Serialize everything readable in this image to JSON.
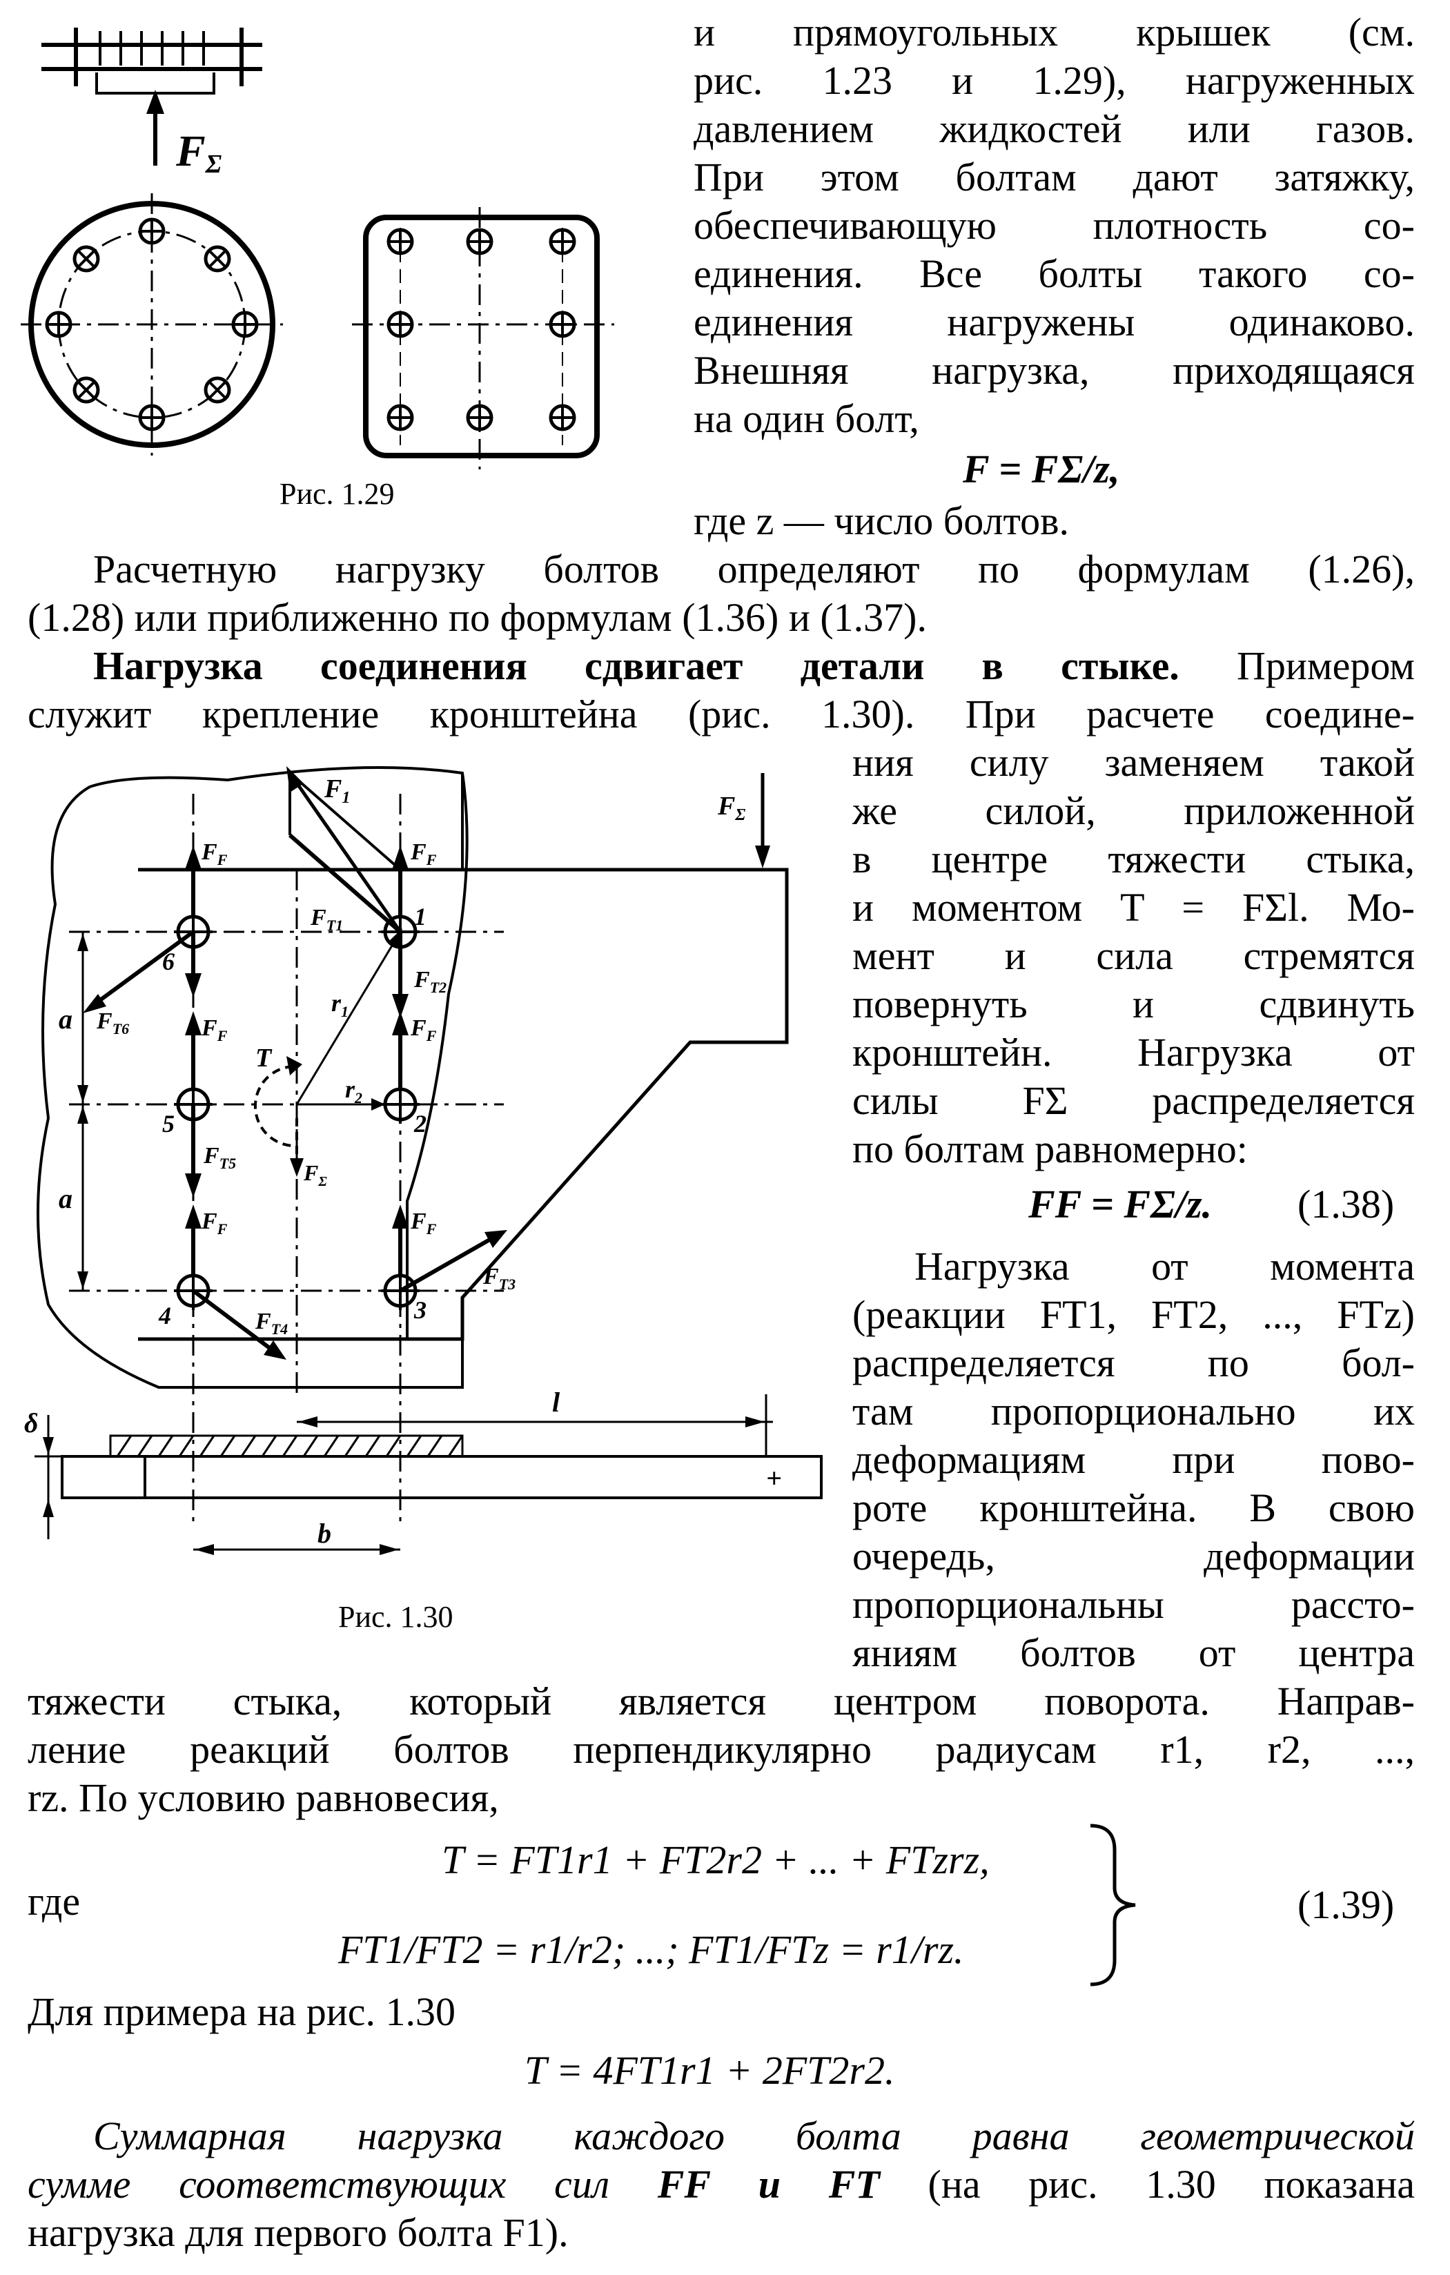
{
  "fig129": {
    "caption": "Рис. 1.29",
    "force_label": "F",
    "force_sub": "Σ"
  },
  "fig130": {
    "caption": "Рис. 1.30",
    "labels": {
      "F1": "F",
      "F1s": "1",
      "Fsig": "F",
      "Fsigs": "Σ",
      "FF": "F",
      "FFs": "F",
      "FT1": "F",
      "FT1s": "T1",
      "FT2": "F",
      "FT2s": "T2",
      "FT3": "F",
      "FT3s": "T3",
      "FT4": "F",
      "FT4s": "T4",
      "FT5": "F",
      "FT5s": "T5",
      "FT6": "F",
      "FT6s": "T6",
      "r1": "r",
      "r1s": "1",
      "r2": "r",
      "r2s": "2",
      "T": "T",
      "a": "a",
      "b": "b",
      "l": "l",
      "delta": "δ",
      "plus": "+",
      "n1": "1",
      "n2": "2",
      "n3": "3",
      "n4": "4",
      "n5": "5",
      "n6": "6"
    }
  },
  "text": {
    "r1": "и прямоугольных крышек (см.",
    "r2": "рис. 1.23 и 1.29), нагруженных",
    "r3": "давлением жидкостей или газов.",
    "r4": "При этом болтам дают затяжку,",
    "r5": "обеспечивающую плотность со-",
    "r6": "единения. Все болты такого со-",
    "r7": "единения нагружены одинаково.",
    "r8": "Внешняя нагрузка, приходящаяся",
    "r9": "на один болт,",
    "eq1": "F = FΣ/z,",
    "r10": "где z — число болтов.",
    "p1a": "Расчетную нагрузку болтов определяют по формулам (1.26),",
    "p1b": "(1.28) или приближенно по формулам (1.36) и (1.37).",
    "p2a_bold": "Нагрузка соединения сдвигает детали в стыке.",
    "p2a_rest": " Примером",
    "p2b": "служит крепление кронштейна (рис. 1.30). При расчете соедине-",
    "s1": "ния силу заменяем такой",
    "s2": "же силой, приложенной",
    "s3": "в центре тяжести стыка,",
    "s4": "и моментом T = FΣl. Мо-",
    "s5": "мент и сила стремятся",
    "s6": "повернуть и сдвинуть",
    "s7": "кронштейн. Нагрузка от",
    "s8": "силы FΣ распределяется",
    "s9": "по болтам равномерно:",
    "eq2": "FF = FΣ/z.",
    "eq2num": "(1.38)",
    "s10": "Нагрузка от момента",
    "s11": "(реакции FT1, FT2, ..., FTz)",
    "s12": "распределяется по бол-",
    "s13": "там пропорционально их",
    "s14": "деформациям при пово-",
    "s15": "роте кронштейна. В свою",
    "s16": "очередь, деформации",
    "s17": "пропорциональны рассто-",
    "s18": "яниям болтов от центра",
    "p3a": "тяжести стыка, который является центром поворота. Направ-",
    "p3b": "ление реакций болтов перпендикулярно радиусам r1, r2, ...,",
    "p3c": "rz. По условию равновесия,",
    "eq3a": "T = FT1r1 + FT2r2 + ... + FTzrz,",
    "gde": "где",
    "eq3b": "FT1/FT2 = r1/r2; ...; FT1/FTz = r1/rz.",
    "eq3num": "(1.39)",
    "p4": "Для примера на рис. 1.30",
    "eq4": "T = 4FT1r1 + 2FT2r2.",
    "p5a": "Суммарная нагрузка каждого болта равна геометрической",
    "p5b_i": "сумме соответствующих сил",
    "p5b_mid": " FF и FT ",
    "p5b_rest": "(на рис. 1.30 показана",
    "p5c": "нагрузка для первого болта F1)."
  }
}
